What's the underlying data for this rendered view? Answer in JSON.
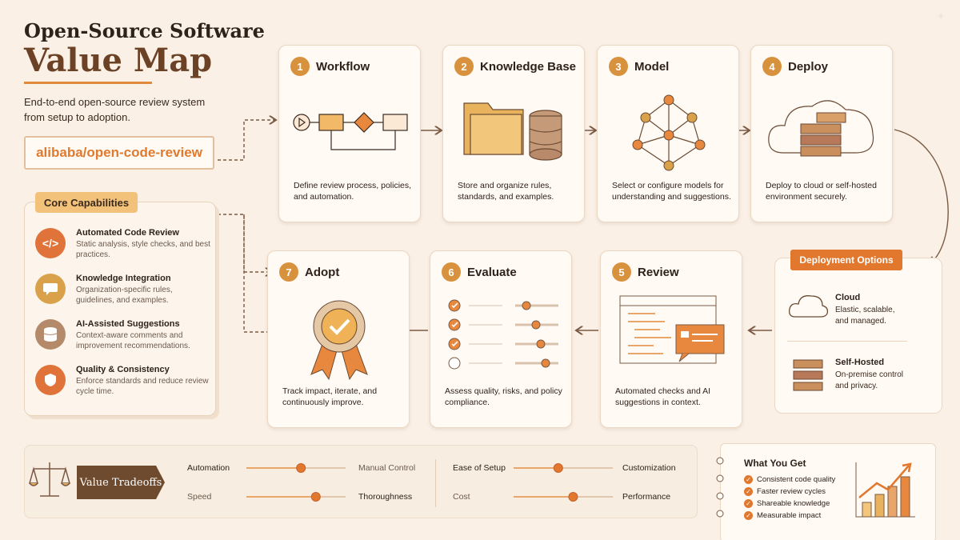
{
  "header": {
    "title_line1": "Open-Source Software",
    "title_line2": "Value Map",
    "subtitle": "End-to-end open-source review system from setup to adoption.",
    "repo": "alibaba/open-code-review"
  },
  "capabilities": {
    "heading": "Core Capabilities",
    "items": [
      {
        "title": "Automated Code Review",
        "desc": "Static analysis, style checks, and best practices.",
        "icon": "code-icon",
        "color": "#e0733a"
      },
      {
        "title": "Knowledge Integration",
        "desc": "Organization-specific rules, guidelines, and examples.",
        "icon": "chat-icon",
        "color": "#d9a24a"
      },
      {
        "title": "AI-Assisted Suggestions",
        "desc": "Context-aware comments and improvement recommendations.",
        "icon": "database-icon",
        "color": "#b58a6a"
      },
      {
        "title": "Quality & Consistency",
        "desc": "Enforce standards and reduce review cycle time.",
        "icon": "shield-icon",
        "color": "#e0733a"
      }
    ]
  },
  "steps": [
    {
      "num": "1",
      "title": "Workflow",
      "desc": "Define review process, policies, and automation.",
      "art": "flowchart-icon"
    },
    {
      "num": "2",
      "title": "Knowledge Base",
      "desc": "Store and organize rules, standards, and examples.",
      "art": "folder-database-icon"
    },
    {
      "num": "3",
      "title": "Model",
      "desc": "Select or configure models for understanding and suggestions.",
      "art": "network-icon"
    },
    {
      "num": "4",
      "title": "Deploy",
      "desc": "Deploy to cloud or self-hosted environment securely.",
      "art": "cloud-server-icon"
    },
    {
      "num": "5",
      "title": "Review",
      "desc": "Automated checks and AI suggestions in context.",
      "art": "code-window-icon"
    },
    {
      "num": "6",
      "title": "Evaluate",
      "desc": "Assess quality, risks, and policy compliance.",
      "art": "checklist-sliders-icon"
    },
    {
      "num": "7",
      "title": "Adopt",
      "desc": "Track impact, iterate, and continuously improve.",
      "art": "award-badge-icon"
    }
  ],
  "deployment": {
    "heading": "Deployment Options",
    "options": [
      {
        "title": "Cloud",
        "desc": "Elastic, scalable, and managed.",
        "icon": "cloud-icon"
      },
      {
        "title": "Self-Hosted",
        "desc": "On-premise control and privacy.",
        "icon": "server-icon"
      }
    ]
  },
  "tradeoffs": {
    "heading": "Value Tradeoffs",
    "pairs": [
      {
        "left": "Automation",
        "right": "Manual Control",
        "level": 0.55
      },
      {
        "left": "Speed",
        "right": "Thoroughness",
        "level": 0.7
      },
      {
        "left": "Ease of Setup",
        "right": "Customization",
        "level": 0.45
      },
      {
        "left": "Cost",
        "right": "Performance",
        "level": 0.6
      }
    ]
  },
  "benefits": {
    "heading": "What You Get",
    "items": [
      "Consistent code quality",
      "Faster review cycles",
      "Shareable knowledge",
      "Measurable impact"
    ]
  },
  "colors": {
    "accent": "#e2772e",
    "brown": "#6b4226",
    "gold": "#d8913c"
  }
}
